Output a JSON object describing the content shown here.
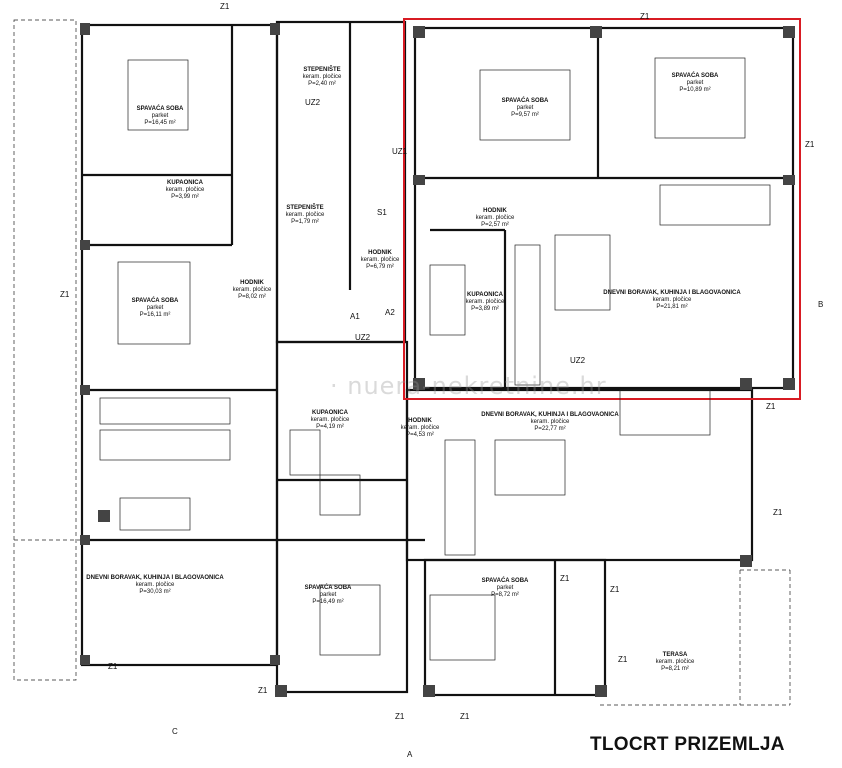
{
  "title": "TLOCRT PRIZEMLJA",
  "watermark": "· nuera-nekretnine.hr",
  "highlight_color": "#d81b23",
  "rooms": [
    {
      "id": "r1",
      "name": "SPAVAĆA SOBA",
      "floor": "parket",
      "area": "P=16,45 m²"
    },
    {
      "id": "r2",
      "name": "KUPAONICA",
      "floor": "keram. pločice",
      "area": "P=3,99 m²"
    },
    {
      "id": "r3",
      "name": "SPAVAĆA SOBA",
      "floor": "parket",
      "area": "P=16,11 m²"
    },
    {
      "id": "r4",
      "name": "HODNIK",
      "floor": "keram. pločice",
      "area": "P=8,02 m²"
    },
    {
      "id": "r5",
      "name": "DNEVNI BORAVAK, KUHINJA I BLAGOVAONICA",
      "floor": "keram. pločice",
      "area": "P=30,03 m²"
    },
    {
      "id": "r6",
      "name": "STEPENIŠTE",
      "floor": "keram. pločice",
      "area": "P=2,40 m²"
    },
    {
      "id": "r7",
      "name": "STEPENIŠTE",
      "floor": "keram. pločice",
      "area": "P=1,79 m²"
    },
    {
      "id": "r8",
      "name": "HODNIK",
      "floor": "keram. pločice",
      "area": "P=6,79 m²"
    },
    {
      "id": "r9",
      "name": "SPAVAĆA SOBA",
      "floor": "parket",
      "area": "P=9,57 m²"
    },
    {
      "id": "r10",
      "name": "SPAVAĆA SOBA",
      "floor": "parket",
      "area": "P=10,89 m²"
    },
    {
      "id": "r11",
      "name": "HODNIK",
      "floor": "keram. pločice",
      "area": "P=2,57 m²"
    },
    {
      "id": "r12",
      "name": "KUPAONICA",
      "floor": "keram. pločice",
      "area": "P=3,89 m²"
    },
    {
      "id": "r13",
      "name": "DNEVNI BORAVAK, KUHINJA I BLAGOVAONICA",
      "floor": "keram. pločice",
      "area": "P=21,81 m²"
    },
    {
      "id": "r14",
      "name": "KUPAONICA",
      "floor": "keram. pločice",
      "area": "P=4,19 m²"
    },
    {
      "id": "r15",
      "name": "HODNIK",
      "floor": "keram. pločice",
      "area": "P=4,53 m²"
    },
    {
      "id": "r16",
      "name": "DNEVNI BORAVAK, KUHINJA I BLAGOVAONICA",
      "floor": "keram. pločice",
      "area": "P=22,77 m²"
    },
    {
      "id": "r17",
      "name": "SPAVAĆA SOBA",
      "floor": "parket",
      "area": "P=16,49 m²"
    },
    {
      "id": "r18",
      "name": "SPAVAĆA SOBA",
      "floor": "parket",
      "area": "P=8,72 m²"
    },
    {
      "id": "r19",
      "name": "TERASA",
      "floor": "keram. pločice",
      "area": "P=8,21 m²"
    }
  ],
  "tags": [
    "Z1",
    "Z1",
    "Z1",
    "Z1",
    "Z1",
    "Z1",
    "Z1",
    "Z1",
    "Z1",
    "Z1",
    "Z1",
    "Z1",
    "Z1",
    "UZ1",
    "UZ2",
    "UZ2",
    "UZ2",
    "S1",
    "A1",
    "A2",
    "A",
    "B",
    "C"
  ]
}
